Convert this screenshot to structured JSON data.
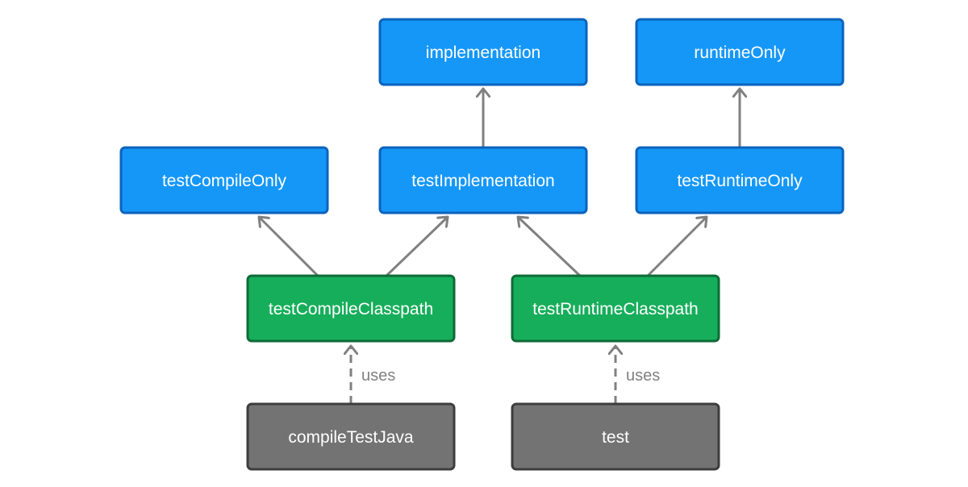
{
  "colors": {
    "background": "#ffffff",
    "configuration_fill": "#1597f8",
    "configuration_stroke": "#0b63bd",
    "classpath_fill": "#17ae5b",
    "classpath_stroke": "#0e6b37",
    "task_fill": "#737373",
    "task_stroke": "#3d3d3d",
    "node_text": "#ffffff",
    "arrow": "#808080",
    "edge_label": "#808080"
  },
  "nodes": {
    "implementation": {
      "label": "implementation",
      "kind": "configuration"
    },
    "runtime_only": {
      "label": "runtimeOnly",
      "kind": "configuration"
    },
    "test_compile_only": {
      "label": "testCompileOnly",
      "kind": "configuration"
    },
    "test_implementation": {
      "label": "testImplementation",
      "kind": "configuration"
    },
    "test_runtime_only": {
      "label": "testRuntimeOnly",
      "kind": "configuration"
    },
    "test_compile_classpath": {
      "label": "testCompileClasspath",
      "kind": "classpath"
    },
    "test_runtime_classpath": {
      "label": "testRuntimeClasspath",
      "kind": "classpath"
    },
    "compile_test_java": {
      "label": "compileTestJava",
      "kind": "task"
    },
    "test_task": {
      "label": "test",
      "kind": "task"
    }
  },
  "edges": [
    {
      "from": "test_implementation",
      "to": "implementation",
      "style": "solid"
    },
    {
      "from": "test_runtime_only",
      "to": "runtime_only",
      "style": "solid"
    },
    {
      "from": "test_compile_classpath",
      "to": "test_compile_only",
      "style": "solid"
    },
    {
      "from": "test_compile_classpath",
      "to": "test_implementation",
      "style": "solid"
    },
    {
      "from": "test_runtime_classpath",
      "to": "test_implementation",
      "style": "solid"
    },
    {
      "from": "test_runtime_classpath",
      "to": "test_runtime_only",
      "style": "solid"
    },
    {
      "from": "compile_test_java",
      "to": "test_compile_classpath",
      "style": "dashed",
      "label": "uses"
    },
    {
      "from": "test_task",
      "to": "test_runtime_classpath",
      "style": "dashed",
      "label": "uses"
    }
  ]
}
